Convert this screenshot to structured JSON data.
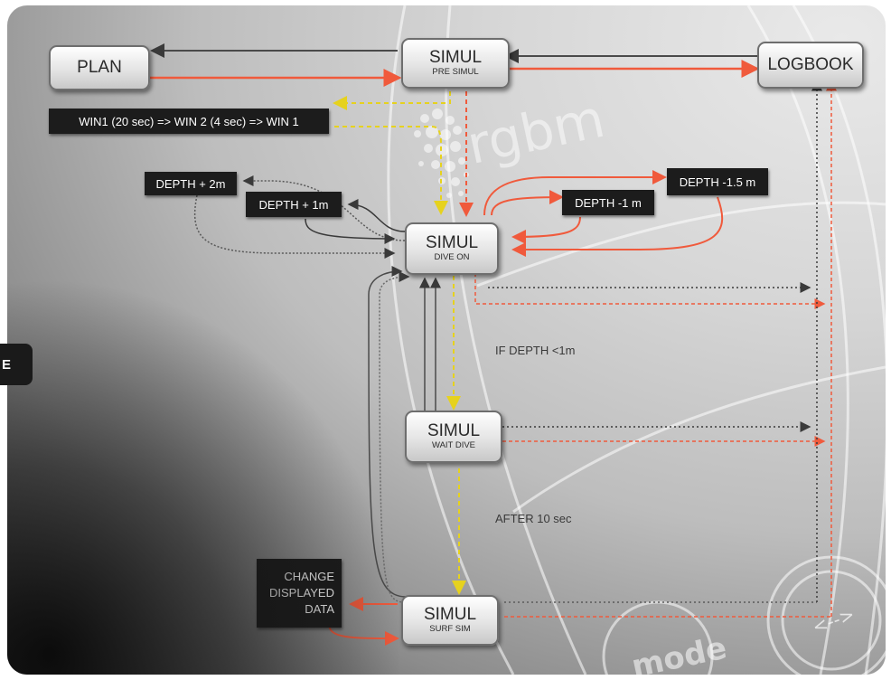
{
  "side_tab": "E",
  "watermark": {
    "rgbm": "rgbm",
    "mode": "mode",
    "arrows": "<-->"
  },
  "nodes": {
    "plan": {
      "label": "PLAN"
    },
    "logbook": {
      "label": "LOGBOOK"
    },
    "simul_pre": {
      "label": "SIMUL",
      "sub": "PRE SIMUL"
    },
    "simul_dive": {
      "label": "SIMUL",
      "sub": "DIVE ON"
    },
    "simul_wait": {
      "label": "SIMUL",
      "sub": "WAIT DIVE"
    },
    "simul_surf": {
      "label": "SIMUL",
      "sub": "SURF SIM"
    }
  },
  "labels": {
    "win_cycle": "WIN1 (20 sec) => WIN 2 (4 sec) => WIN 1",
    "depth_plus_2": "DEPTH + 2m",
    "depth_plus_1": "DEPTH + 1m",
    "depth_minus_1": "DEPTH -1 m",
    "depth_minus_1_5": "DEPTH -1.5 m",
    "change_line1": "CHANGE",
    "change_line2": "DISPLAYED",
    "change_line3": "DATA"
  },
  "notes": {
    "if_depth": "IF DEPTH <1m",
    "after": "AFTER 10 sec"
  },
  "colors": {
    "red_arrow": "#f05a3c",
    "yellow_arrow": "#e6d21e",
    "dark_arrow": "#4a4a4a"
  }
}
